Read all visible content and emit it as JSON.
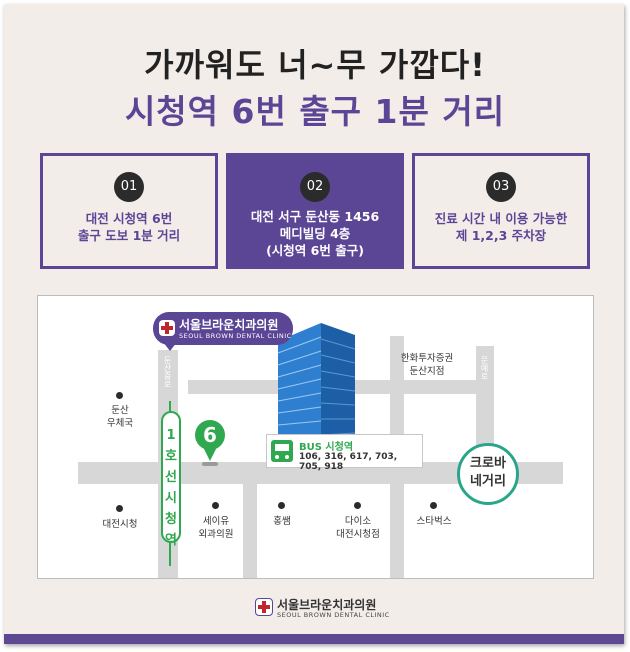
{
  "headline": {
    "line1": "가까워도 너~무 가깝다!",
    "line2": "시청역 6번 출구 1분 거리"
  },
  "features": [
    {
      "num": "01",
      "text": "대전 시청역 6번\n출구 도보 1분 거리"
    },
    {
      "num": "02",
      "text": "대전 서구 둔산동 1456\n메디빌딩 4층\n(시청역 6번 출구)"
    },
    {
      "num": "03",
      "text": "진료 시간 내 이용 가능한\n제 1,2,3 주차장"
    }
  ],
  "map": {
    "clinic_bubble": {
      "title": "서울브라운치과의원",
      "subtitle": "SEOUL BROWN DENTAL CLINIC"
    },
    "road_left": "둔산중로",
    "road_right": "문예로",
    "subway_line": "1호선시청역",
    "exit_number": "6",
    "bus": {
      "title": "BUS 시청역",
      "routes": "106, 316, 617, 703, 705, 918"
    },
    "junction": "크로바\n네거리",
    "landmarks": [
      {
        "name": "둔산\n우체국"
      },
      {
        "name": "대전시청"
      },
      {
        "name": "세이유\n외과의원"
      },
      {
        "name": "홍쌤"
      },
      {
        "name": "다이소\n대전시청점"
      },
      {
        "name": "스타벅스"
      },
      {
        "name": "한화투자증권\n둔산지점"
      }
    ],
    "colors": {
      "accent": "#5b4595",
      "subway": "#2fa84f",
      "junction": "#2aa58a",
      "building": "#2f7fd1"
    }
  },
  "footer": {
    "title": "서울브라운치과의원",
    "subtitle": "SEOUL BROWN DENTAL CLINIC"
  }
}
